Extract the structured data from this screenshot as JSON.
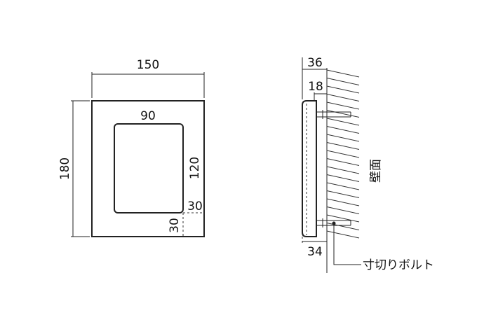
{
  "front_view": {
    "width_label": "150",
    "height_label": "180",
    "window_width_label": "90",
    "window_height_label": "120",
    "margin_right_label": "30",
    "margin_bottom_label": "30"
  },
  "side_view": {
    "depth_label": "36",
    "standoff_label": "18",
    "bolt_offset_label": "34",
    "wall_label": "壁面",
    "bolt_label": "寸切りボルト"
  }
}
